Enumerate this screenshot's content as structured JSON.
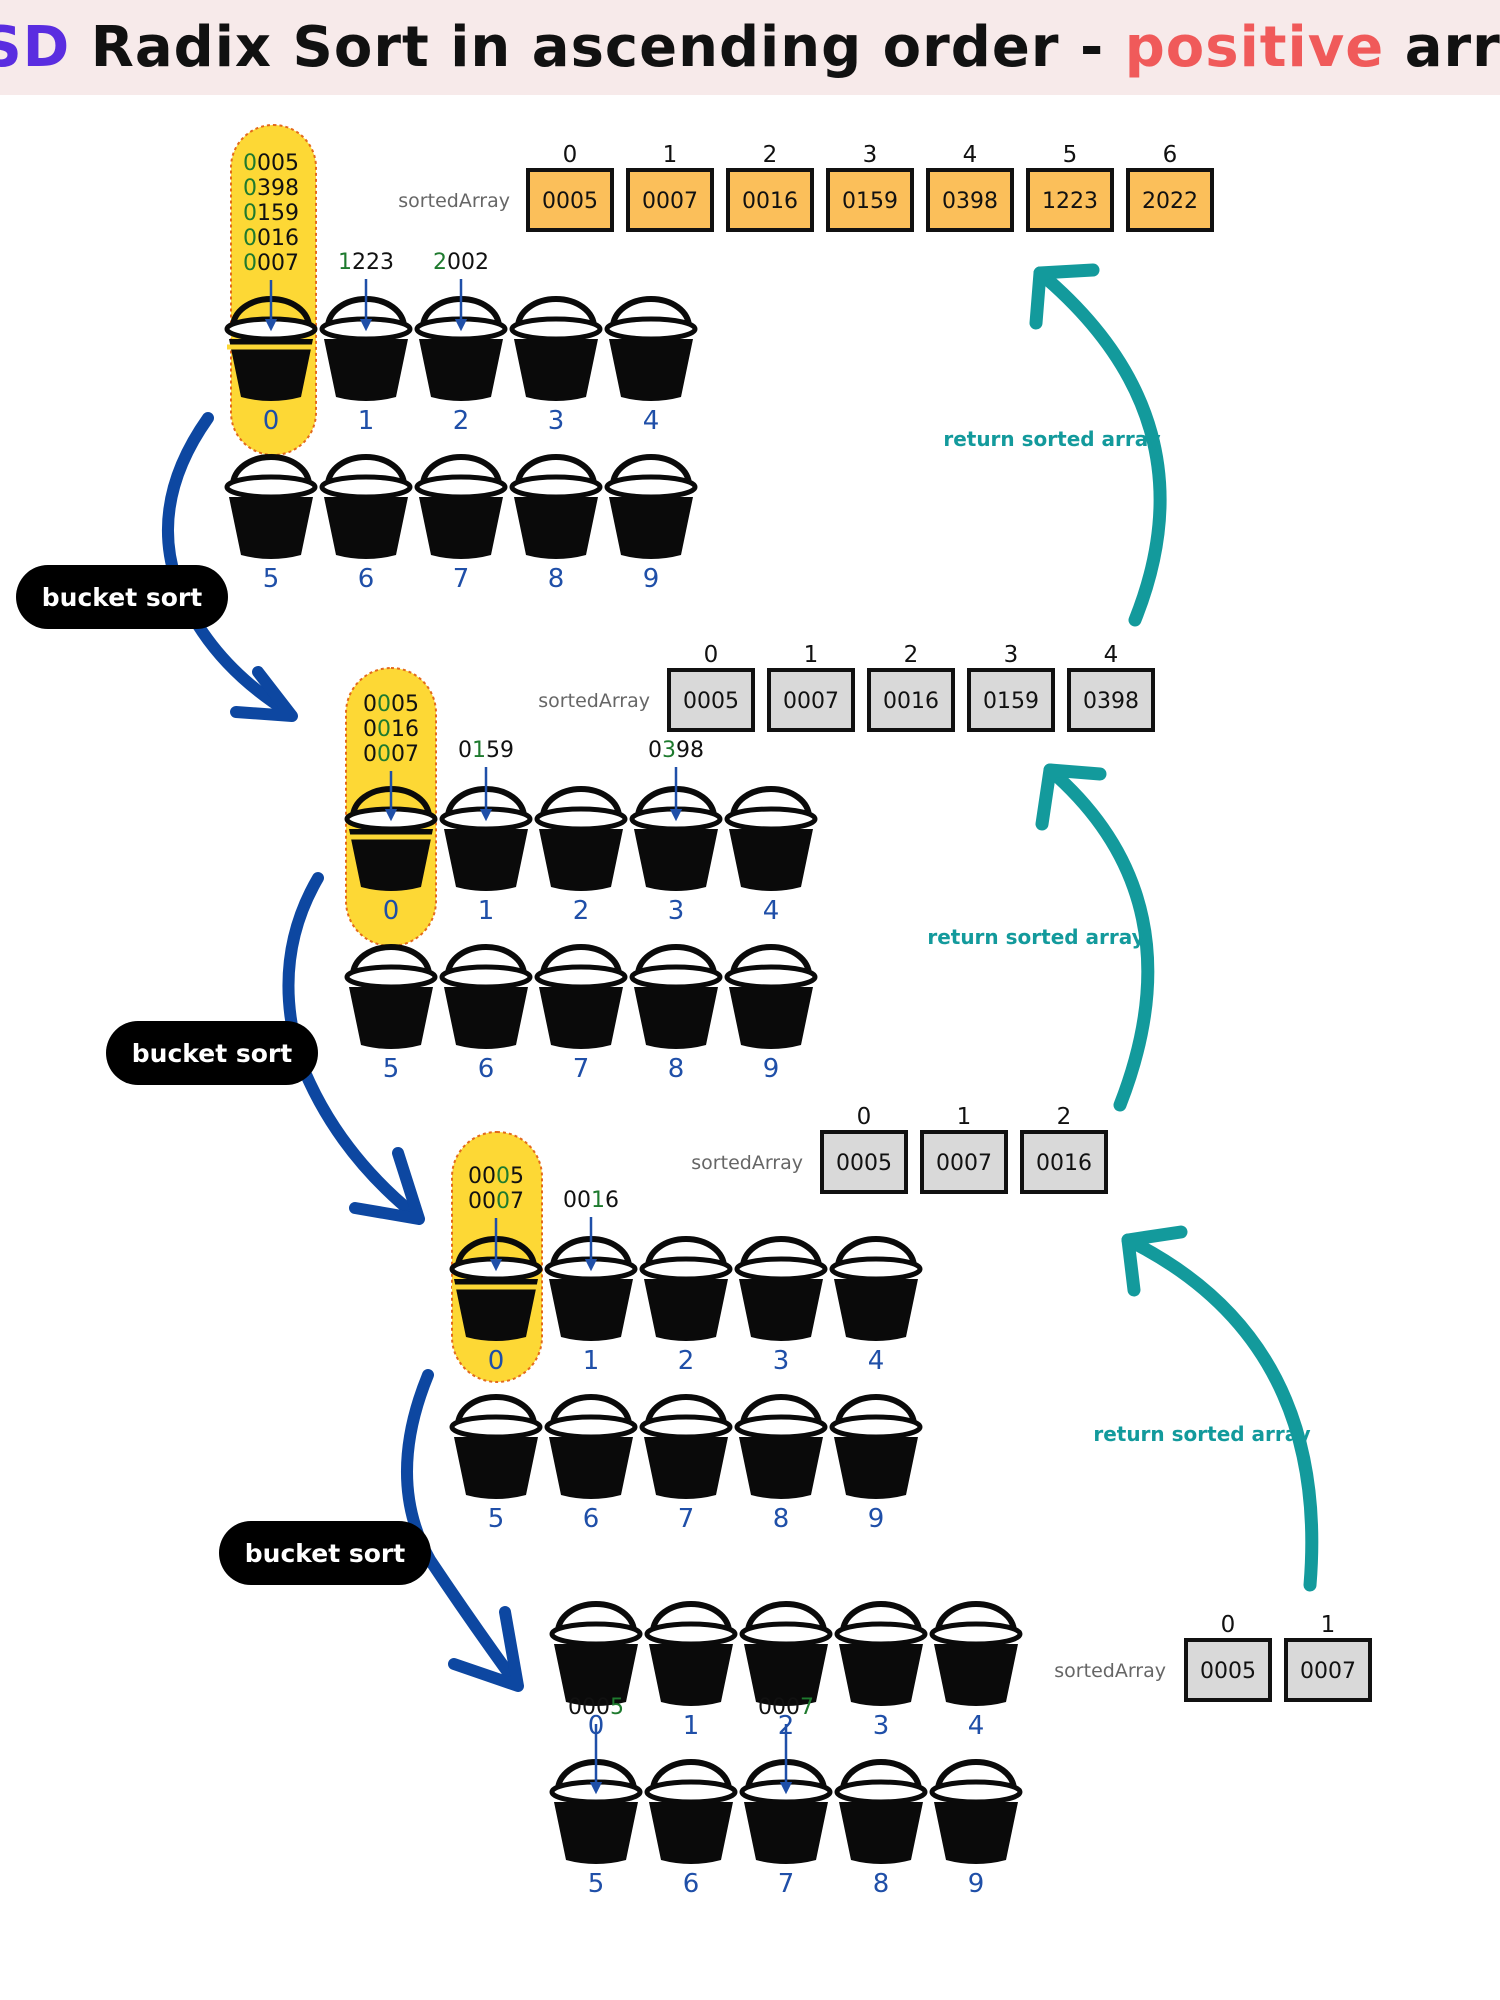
{
  "title": {
    "part1": "MSD",
    "part2": " Radix Sort in ascending order - ",
    "part3": "positive",
    "part4": " array",
    "color1": "#5a2de0",
    "color2": "#111111",
    "color3": "#f05a5a",
    "color4": "#111111"
  },
  "colors": {
    "highlight": "#fdd835",
    "highlight_border": "#e36a1c",
    "bucket": "#0a0a0a",
    "bucket_index": "#1f4fa8",
    "drop_arrow": "#1f4fa8",
    "digit_green": "#1e7a2e",
    "bucket_sort_arrow": "#0d47a1",
    "return_arrow": "#139a9c",
    "final_cell": "#fbbf5a",
    "temp_cell": "#d9d9d9",
    "label_gray": "#666666"
  },
  "labels": {
    "sorted_array": "sortedArray",
    "bucket_sort": "bucket sort",
    "return_sorted": "return sorted array"
  },
  "levels": [
    {
      "stack": [
        {
          "pre": "",
          "hl": "0",
          "post": "005"
        },
        {
          "pre": "",
          "hl": "0",
          "post": "398"
        },
        {
          "pre": "",
          "hl": "0",
          "post": "159"
        },
        {
          "pre": "",
          "hl": "0",
          "post": "016"
        },
        {
          "pre": "",
          "hl": "0",
          "post": "007"
        }
      ],
      "drops": [
        {
          "bucket": 1,
          "pre": "",
          "hl": "1",
          "post": "223"
        },
        {
          "bucket": 2,
          "pre": "",
          "hl": "2",
          "post": "002"
        }
      ]
    },
    {
      "stack": [
        {
          "pre": "0",
          "hl": "0",
          "post": "05"
        },
        {
          "pre": "0",
          "hl": "0",
          "post": "16"
        },
        {
          "pre": "0",
          "hl": "0",
          "post": "07"
        }
      ],
      "drops": [
        {
          "bucket": 1,
          "pre": "0",
          "hl": "1",
          "post": "59"
        },
        {
          "bucket": 3,
          "pre": "0",
          "hl": "3",
          "post": "98"
        }
      ]
    },
    {
      "stack": [
        {
          "pre": "00",
          "hl": "0",
          "post": "5"
        },
        {
          "pre": "00",
          "hl": "0",
          "post": "7"
        }
      ],
      "drops": [
        {
          "bucket": 1,
          "pre": "00",
          "hl": "1",
          "post": "6"
        }
      ]
    },
    {
      "stack": [],
      "drops": [
        {
          "bucket": 5,
          "pre": "000",
          "hl": "5",
          "post": ""
        },
        {
          "bucket": 7,
          "pre": "000",
          "hl": "7",
          "post": ""
        }
      ]
    }
  ],
  "bucket_digits": [
    "0",
    "1",
    "2",
    "3",
    "4",
    "5",
    "6",
    "7",
    "8",
    "9"
  ],
  "sorted_arrays": [
    {
      "kind": "final",
      "indices": [
        "0",
        "1",
        "2",
        "3",
        "4",
        "5",
        "6"
      ],
      "values": [
        "0005",
        "0007",
        "0016",
        "0159",
        "0398",
        "1223",
        "2022"
      ]
    },
    {
      "kind": "temp",
      "indices": [
        "0",
        "1",
        "2",
        "3",
        "4"
      ],
      "values": [
        "0005",
        "0007",
        "0016",
        "0159",
        "0398"
      ]
    },
    {
      "kind": "temp",
      "indices": [
        "0",
        "1",
        "2"
      ],
      "values": [
        "0005",
        "0007",
        "0016"
      ]
    },
    {
      "kind": "temp",
      "indices": [
        "0",
        "1"
      ],
      "values": [
        "0005",
        "0007"
      ]
    }
  ]
}
